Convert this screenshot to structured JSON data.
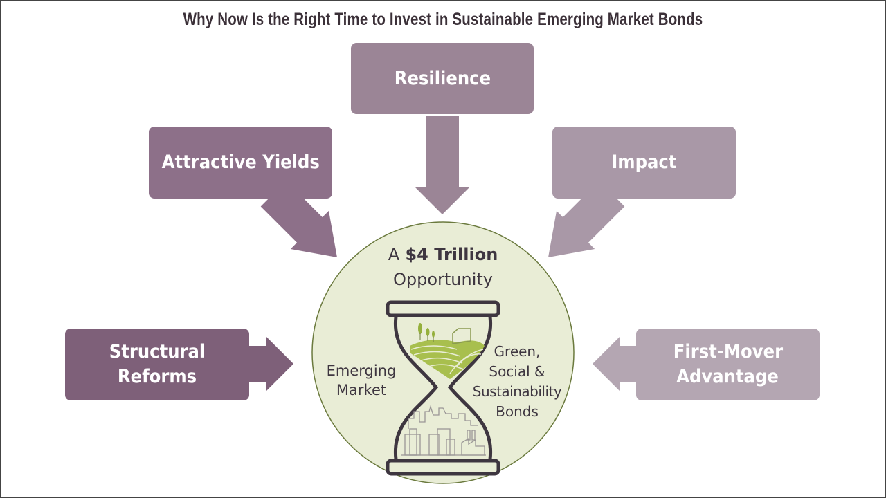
{
  "title": "Why Now Is the Right Time to Invest in Sustainable Emerging Market Bonds",
  "boxes": {
    "resilience": "Resilience",
    "attractive_yields": "Attractive Yields",
    "impact": "Impact",
    "structural_reforms": "Structural Reforms",
    "first_mover_line1": "First-Mover",
    "first_mover_line2": "Advantage"
  },
  "center": {
    "headline_prefix": "A",
    "headline_amount": "$4 Trillion",
    "headline_line2": "Opportunity",
    "left_line1": "Emerging",
    "left_line2": "Market",
    "right_line1": "Green,",
    "right_line2": "Social &",
    "right_line3": "Sustainability",
    "right_line4": "Bonds"
  },
  "colors": {
    "resilience": "#9b8596",
    "attractive_yields": "#8d7089",
    "impact": "#a998a7",
    "structural_reforms": "#7e6079",
    "first_mover": "#b4a6b2",
    "circle_fill": "#e9edd6",
    "circle_border": "#6b7a3e"
  }
}
